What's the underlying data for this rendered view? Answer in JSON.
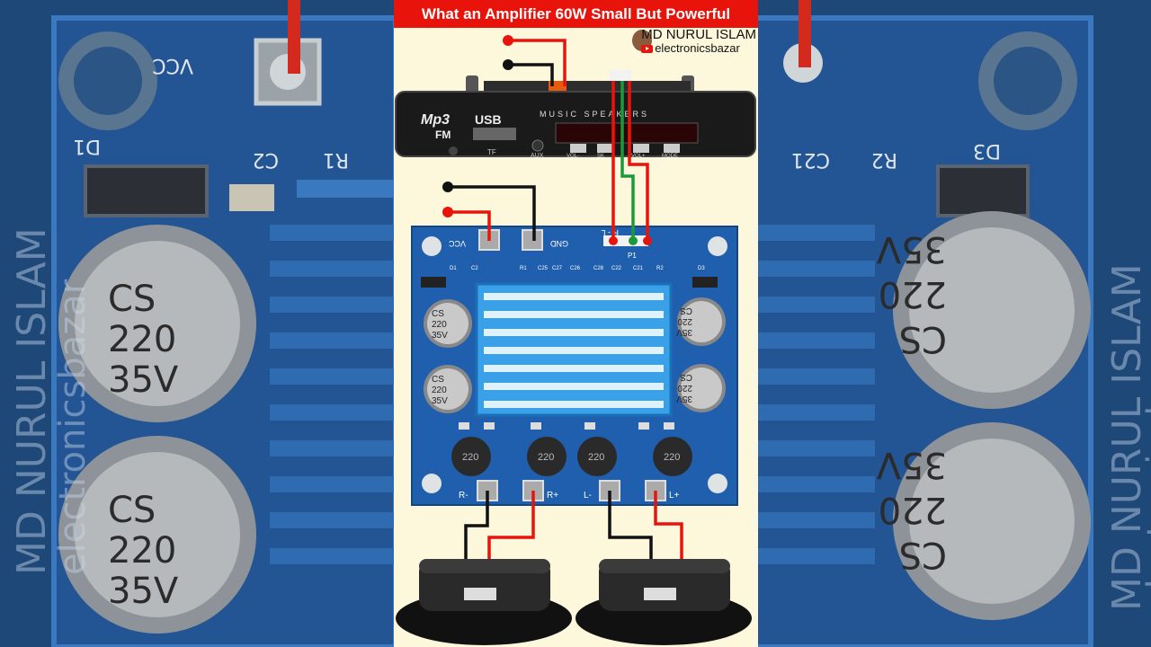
{
  "title": "What an Amplifier 60W Small But Powerful",
  "author": {
    "name": "MD NURUL ISLAM",
    "handle": "electronicsbazar"
  },
  "mp3_module": {
    "brand_mp3": "Mp3",
    "brand_usb": "USB",
    "brand_fm": "FM",
    "music_speakers": "MUSIC SPEAKERS",
    "tf_label": "TF",
    "aux_label": "AUX",
    "buttons": [
      "VOL-",
      "SK",
      "VOL+",
      "MODE"
    ]
  },
  "amp_board": {
    "vcc_label": "VCC",
    "gnd_label": "GND",
    "input_label": "R - L",
    "p1_label": "P1",
    "top_labels": [
      "D1",
      "C2",
      "R1",
      "C25",
      "C27",
      "C26",
      "C28",
      "C22",
      "C21",
      "R2",
      "D3"
    ],
    "capacitor_text": [
      "CS",
      "220",
      "35V"
    ],
    "inductor_text": "220",
    "output_labels": [
      "R-",
      "R+",
      "L-",
      "L+"
    ]
  },
  "side_left": {
    "labels": [
      "VCC",
      "D1",
      "C2",
      "R1"
    ],
    "cap_text": [
      "CS",
      "220",
      "35V"
    ],
    "watermark": [
      "MD NURUL ISLAM",
      "electronicsbazar"
    ]
  },
  "side_right": {
    "labels": [
      "C21",
      "R2",
      "D3"
    ],
    "cap_text": [
      "CS",
      "220",
      "35V"
    ],
    "watermark": [
      "MD NURUL ISLAM",
      "electronicsbazar"
    ]
  },
  "colors": {
    "title_bg": "#e8140c",
    "center_bg": "#fdf8dc",
    "pcb_blue": "#1f5fae",
    "wire_red": "#e8140c",
    "wire_black": "#111111",
    "wire_green": "#1a9a3a"
  }
}
